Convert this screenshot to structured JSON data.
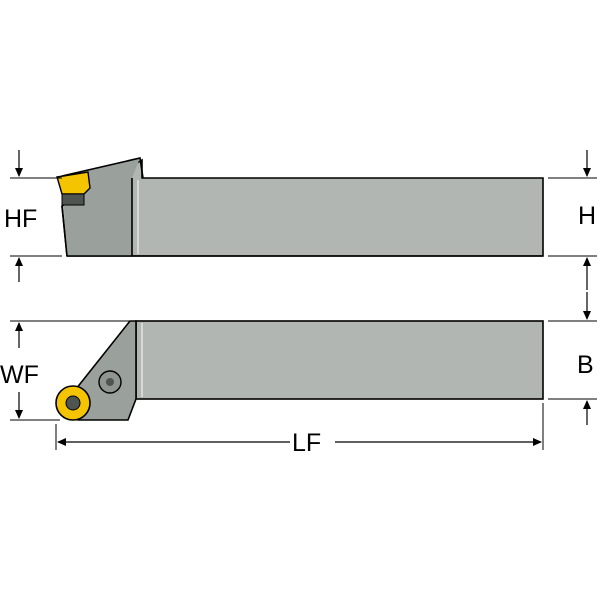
{
  "dimensions": {
    "hf": "HF",
    "h": "H",
    "wf": "WF",
    "b": "B",
    "lf": "LF"
  },
  "colors": {
    "shank_light": "#b2b6b2",
    "shank_dark": "#8f9591",
    "insert_yellow": "#f5c400",
    "insert_dark": "#4e5450",
    "outline": "#000000",
    "background": "#ffffff"
  },
  "views": {
    "side": "side-view",
    "top": "top-view"
  }
}
